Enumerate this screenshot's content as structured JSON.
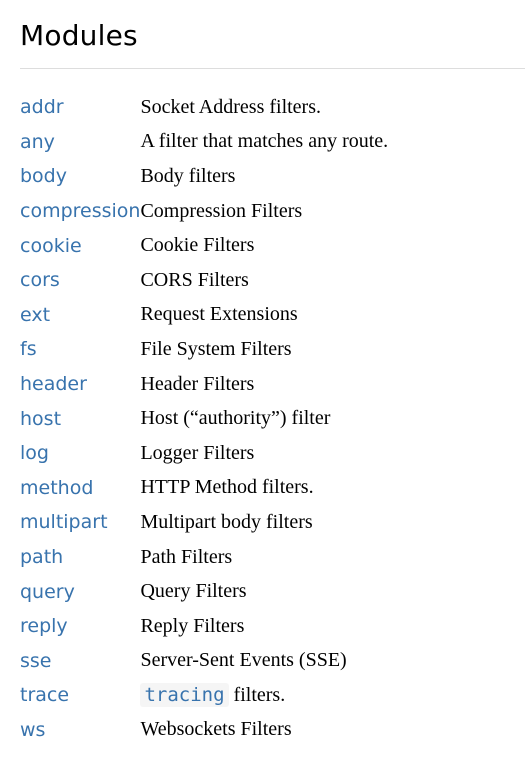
{
  "page": {
    "heading": "Modules"
  },
  "colors": {
    "link": "#3873ad",
    "text": "#000000",
    "rule": "#dddddd",
    "code_background": "#f5f5f5"
  },
  "modules": [
    {
      "name": "addr",
      "description": "Socket Address filters."
    },
    {
      "name": "any",
      "description": "A filter that matches any route."
    },
    {
      "name": "body",
      "description": "Body filters"
    },
    {
      "name": "compression",
      "description": "Compression Filters"
    },
    {
      "name": "cookie",
      "description": "Cookie Filters"
    },
    {
      "name": "cors",
      "description": "CORS Filters"
    },
    {
      "name": "ext",
      "description": "Request Extensions"
    },
    {
      "name": "fs",
      "description": "File System Filters"
    },
    {
      "name": "header",
      "description": "Header Filters"
    },
    {
      "name": "host",
      "description": "Host (“authority”) filter"
    },
    {
      "name": "log",
      "description": "Logger Filters"
    },
    {
      "name": "method",
      "description": "HTTP Method filters."
    },
    {
      "name": "multipart",
      "description": "Multipart body filters"
    },
    {
      "name": "path",
      "description": "Path Filters"
    },
    {
      "name": "query",
      "description": "Query Filters"
    },
    {
      "name": "reply",
      "description": "Reply Filters"
    },
    {
      "name": "sse",
      "description": "Server-Sent Events (SSE)"
    },
    {
      "name": "trace",
      "description_code": "tracing",
      "description": " filters."
    },
    {
      "name": "ws",
      "description": "Websockets Filters"
    }
  ]
}
